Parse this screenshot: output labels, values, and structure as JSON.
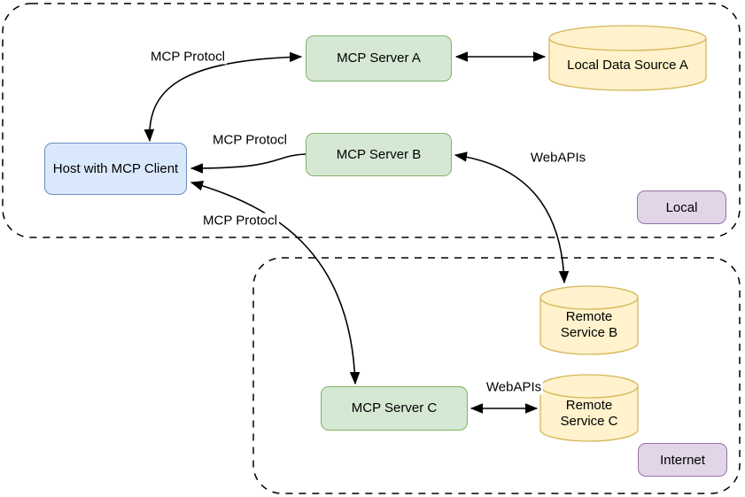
{
  "zones": {
    "local": {
      "label": "Local"
    },
    "internet": {
      "label": "Internet"
    }
  },
  "nodes": {
    "host": {
      "label": "Host with MCP Client"
    },
    "server_a": {
      "label": "MCP Server A"
    },
    "server_b": {
      "label": "MCP Server B"
    },
    "server_c": {
      "label": "MCP Server C"
    },
    "data_source_a": {
      "label": "Local Data Source A"
    },
    "remote_service_b": {
      "line1": "Remote",
      "line2": "Service B"
    },
    "remote_service_c": {
      "line1": "Remote",
      "line2": "Service C"
    }
  },
  "edges": {
    "host_server_a": {
      "label": "MCP Protocl"
    },
    "server_b_host": {
      "label": "MCP Protocl"
    },
    "host_server_c": {
      "label": "MCP Protocl"
    },
    "server_b_remote_b": {
      "label": "WebAPIs"
    },
    "server_c_remote_c": {
      "label": "WebAPIs"
    }
  },
  "colors": {
    "canvas_bg": "#ffffff",
    "box_green_fill": "#d5e8d4",
    "box_green_stroke": "#82b366",
    "box_blue_fill": "#dae8fc",
    "box_blue_stroke": "#6c8ebf",
    "cylinder_fill": "#fff2cc",
    "cylinder_stroke": "#d6b656",
    "badge_fill": "#e1d5e7",
    "badge_stroke": "#9673a6",
    "line_color": "#000000",
    "text_color": "#000000"
  }
}
